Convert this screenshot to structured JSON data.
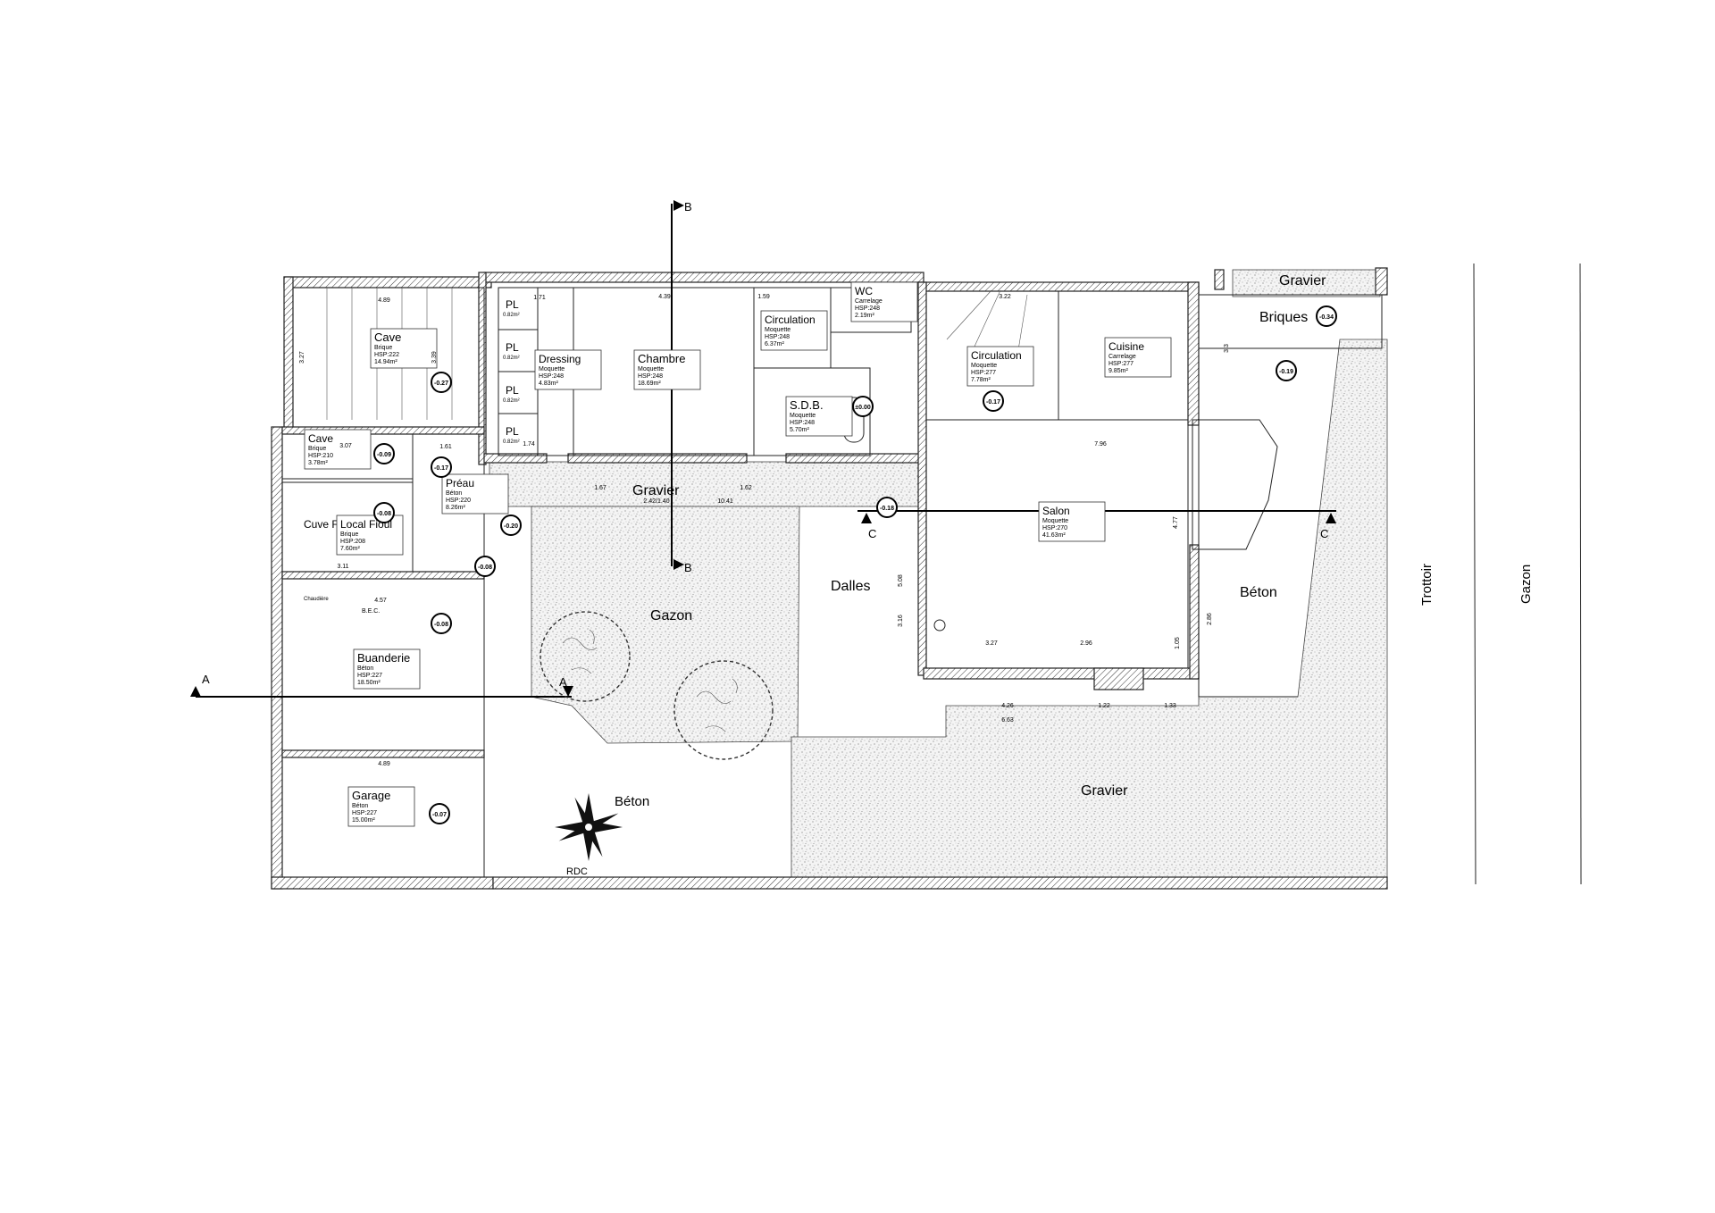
{
  "plan": {
    "title": "RDC",
    "sections": {
      "a": "A",
      "b": "B",
      "c": "C"
    },
    "rooms": {
      "cave_1": {
        "name": "Cave",
        "floor": "Brique",
        "hsp": "HSP:222",
        "area": "14.94m²",
        "level": "-0.27"
      },
      "cave_2": {
        "name": "Cave",
        "floor": "Brique",
        "hsp": "HSP:210",
        "area": "3.78m²",
        "level": "-0.09"
      },
      "local_fioul": {
        "name": "Local Fioul",
        "floor": "Brique",
        "hsp": "HSP:208",
        "area": "7.60m²",
        "level": "-0.08"
      },
      "cuve_fioul": {
        "name": "Cuve Fioul"
      },
      "preau": {
        "name": "Préau",
        "floor": "Béton",
        "hsp": "HSP:220",
        "area": "8.26m²",
        "level": "-0.17"
      },
      "buanderie": {
        "name": "Buanderie",
        "floor": "Béton",
        "hsp": "HSP:227",
        "area": "18.50m²",
        "level": "-0.08",
        "bec": "B.E.C.",
        "chaudiere": "Chaudière"
      },
      "garage": {
        "name": "Garage",
        "floor": "Béton",
        "hsp": "HSP:227",
        "area": "15.00m²",
        "level": "-0.07"
      },
      "dressing": {
        "name": "Dressing",
        "floor": "Moquette",
        "hsp": "HSP:248",
        "area": "4.83m²"
      },
      "chambre": {
        "name": "Chambre",
        "floor": "Moquette",
        "hsp": "HSP:248",
        "area": "18.69m²"
      },
      "pl": {
        "name": "PL",
        "area": "0.82m²"
      },
      "circulation_1": {
        "name": "Circulation",
        "floor": "Moquette",
        "hsp": "HSP:248",
        "area": "6.37m²"
      },
      "wc": {
        "name": "WC",
        "floor": "Carrelage",
        "hsp": "HSP:248",
        "area": "2.19m²"
      },
      "sdb": {
        "name": "S.D.B.",
        "floor": "Moquette",
        "hsp": "HSP:248",
        "area": "5.70m²",
        "level": "±0.00"
      },
      "circulation_2": {
        "name": "Circulation",
        "floor": "Moquette",
        "hsp": "HSP:277",
        "area": "7.78m²",
        "level": "-0.17"
      },
      "cuisine": {
        "name": "Cuisine",
        "floor": "Carrelage",
        "hsp": "HSP:277",
        "area": "9.85m²"
      },
      "salon": {
        "name": "Salon",
        "floor": "Moquette",
        "hsp": "HSP:270",
        "area": "41.63m²"
      }
    },
    "exterior": {
      "gravier_strip": "Gravier",
      "gazon": "Gazon",
      "dalles": "Dalles",
      "beton_court": "Béton",
      "gravier_big": "Gravier",
      "beton_right": "Béton",
      "briques": "Briques",
      "gravier_top": "Gravier",
      "trottoir": "Trottoir",
      "gazon_street": "Gazon"
    },
    "levels": {
      "preau_ext": "-0.20",
      "stair": "-0.08",
      "terrace": "-0.18",
      "briques": "-0.34",
      "entry": "-0.19"
    },
    "dimensions": [
      "4.89",
      "3.27",
      "3.39",
      "1.71",
      "4.39",
      "1.59",
      "3.22",
      "7.96",
      "3.27",
      "2.96",
      "4.26",
      "1.22",
      "1.33",
      "6.63",
      "4.57",
      "4.89",
      "3.07",
      "1.61",
      "3.11",
      "1.67",
      "1.62",
      "10.41",
      "2.42/1.40",
      "5.08",
      "3.16",
      "4.77",
      "2.86",
      "3.3",
      "1.74",
      "1.05"
    ]
  }
}
